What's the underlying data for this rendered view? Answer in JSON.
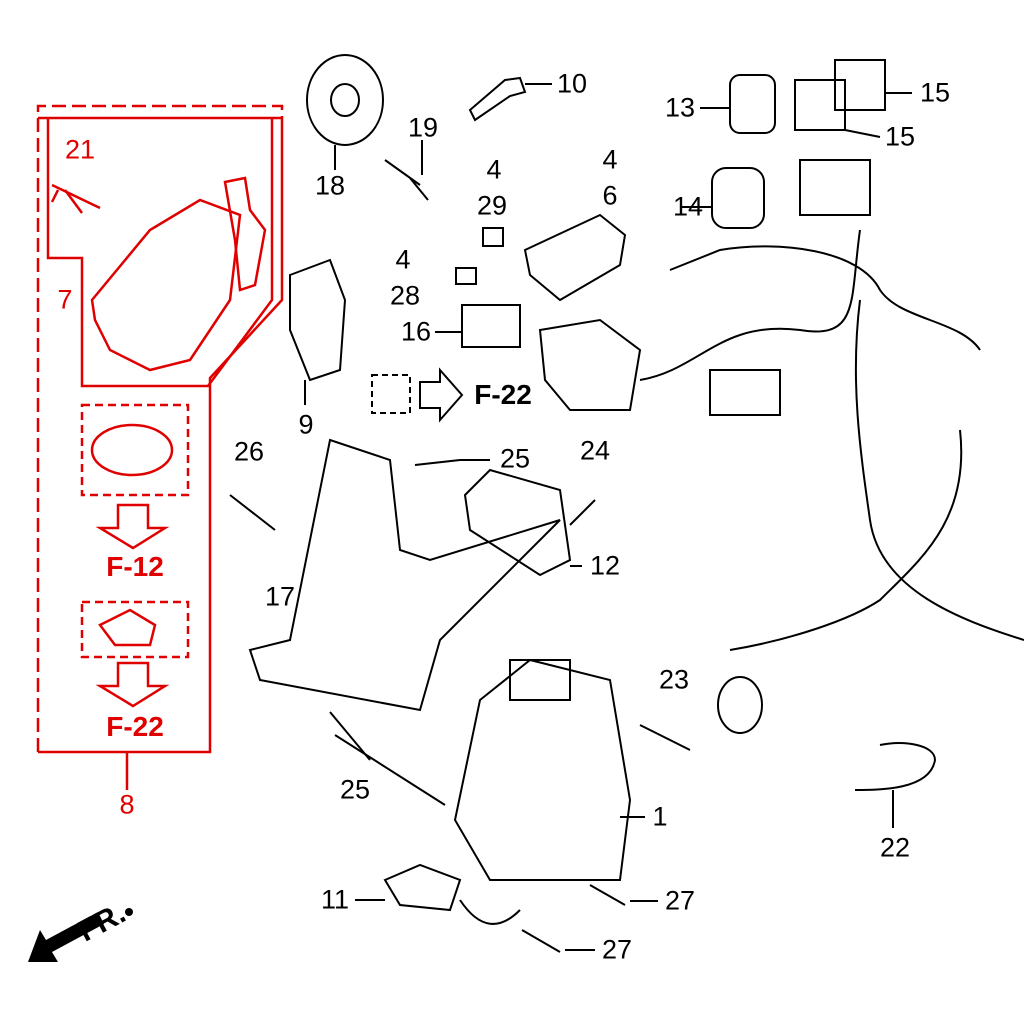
{
  "colors": {
    "highlight": "#e00000",
    "ink": "#000000"
  },
  "callouts": {
    "c21": "21",
    "c7": "7",
    "c8": "8",
    "c10": "10",
    "c13": "13",
    "c15a": "15",
    "c15b": "15",
    "c18": "18",
    "c19": "19",
    "c4a": "4",
    "c29": "29",
    "c4b": "4",
    "c6": "6",
    "c14": "14",
    "c4c": "4",
    "c28": "28",
    "c16": "16",
    "c9": "9",
    "c26": "26",
    "c25a": "25",
    "c24": "24",
    "c12": "12",
    "c17": "17",
    "c23": "23",
    "c25b": "25",
    "c1": "1",
    "c22": "22",
    "c11": "11",
    "c27a": "27",
    "c27b": "27"
  },
  "references": {
    "f12": "F-12",
    "f22_red": "F-22",
    "f22_black": "F-22"
  },
  "direction": {
    "label": "FR."
  }
}
